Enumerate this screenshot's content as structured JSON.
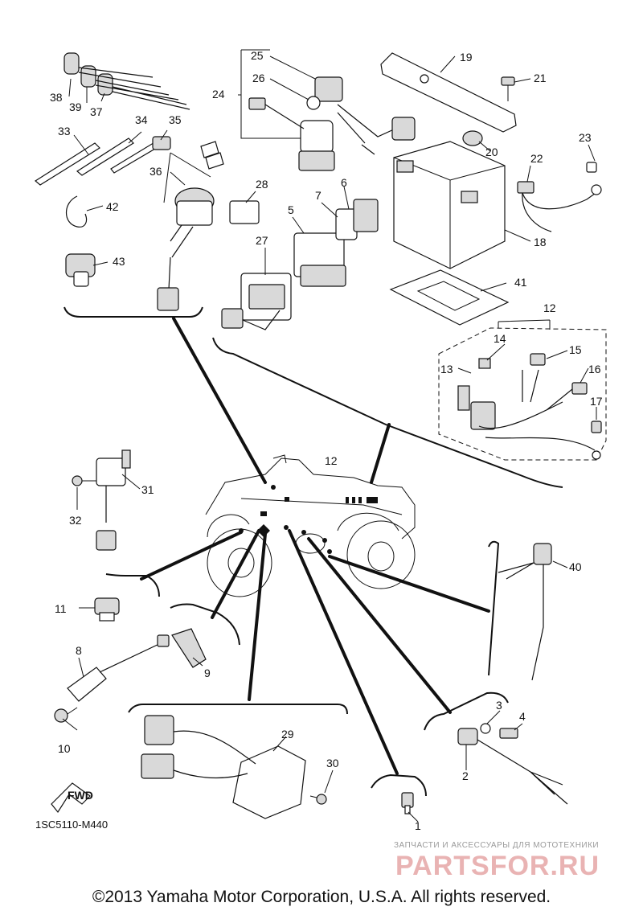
{
  "callouts": [
    "1",
    "2",
    "3",
    "4",
    "5",
    "6",
    "7",
    "8",
    "9",
    "10",
    "11",
    "12",
    "13",
    "14",
    "15",
    "16",
    "17",
    "18",
    "19",
    "20",
    "21",
    "22",
    "23",
    "24",
    "25",
    "26",
    "27",
    "28",
    "29",
    "30",
    "31",
    "32",
    "33",
    "34",
    "35",
    "36",
    "37",
    "38",
    "39",
    "40",
    "41",
    "42",
    "43"
  ],
  "center_label": "12",
  "fwd_label": "FWD",
  "diagram_code": "1SC5110-M440",
  "watermark_tagline": "ЗАПЧАСТИ И АКСЕССУАРЫ ДЛЯ МОТОТЕХНИКИ",
  "watermark_logo": "PARTSFOR.RU",
  "copyright": "©2013 Yamaha Motor Corporation, U.S.A. All rights reserved."
}
